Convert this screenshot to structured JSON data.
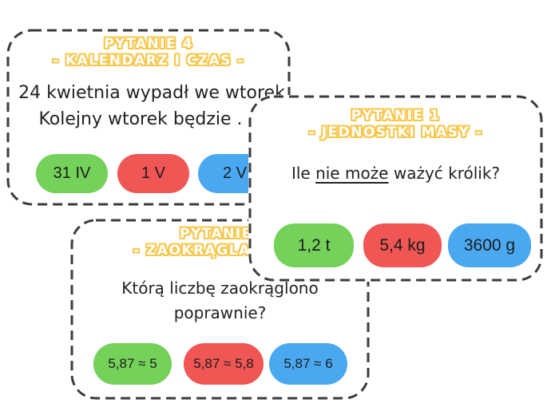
{
  "colors": {
    "background": "#ffffff",
    "border": "#3b3b3b",
    "title": "#f8c74b",
    "text": "#222222",
    "green": "#74d15a",
    "red": "#ef5654",
    "blue": "#4aa8f0"
  },
  "cards": [
    {
      "name": "kalendarz-i-czas",
      "title_line1": "PYTANIE 4",
      "title_line2": "- KALENDARZ I CZAS -",
      "question_line1": "24 kwietnia wypadł we wtorek",
      "question_line2": "Kolejny wtorek będzie . . .",
      "answers": [
        {
          "label": "31 IV",
          "color": "green"
        },
        {
          "label": "1 V",
          "color": "red"
        },
        {
          "label": "2 V",
          "color": "blue"
        }
      ]
    },
    {
      "name": "jednostki-masy",
      "title_line1": "PYTANIE 1",
      "title_line2": "- JEDNOSTKI MASY -",
      "question_prefix": "Ile ",
      "question_underline": "nie może",
      "question_suffix": " ważyć królik?",
      "answers": [
        {
          "label": "1,2 t",
          "color": "green"
        },
        {
          "label": "5,4 kg",
          "color": "red"
        },
        {
          "label": "3600 g",
          "color": "blue"
        }
      ]
    },
    {
      "name": "zaokraglanie",
      "title_line1": "PYTANIE",
      "title_line2": "- ZAOKRĄGLANI",
      "question_line1": "Którą liczbę zaokrąglono",
      "question_line2": "poprawnie?",
      "answers": [
        {
          "label": "5,87 ≈ 5",
          "color": "green"
        },
        {
          "label": "5,87 ≈ 5,8",
          "color": "red"
        },
        {
          "label": "5,87 ≈ 6",
          "color": "blue"
        }
      ]
    }
  ]
}
